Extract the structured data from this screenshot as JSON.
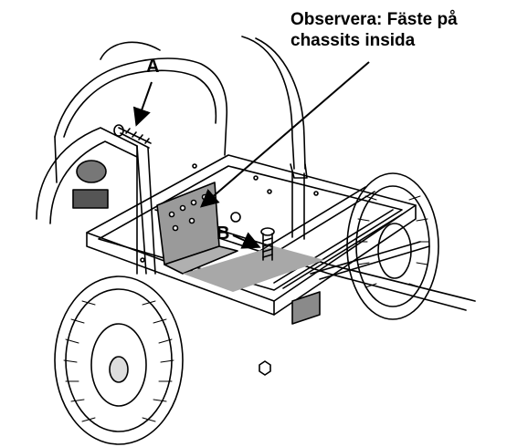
{
  "callouts": {
    "a": "A",
    "b": "B"
  },
  "note": {
    "line1": "Observera: Fäste på",
    "line2": "chassits insida"
  },
  "colors": {
    "line": "#000000",
    "bracket": "#9a9a9a",
    "shadow": "#a8a8a8"
  }
}
